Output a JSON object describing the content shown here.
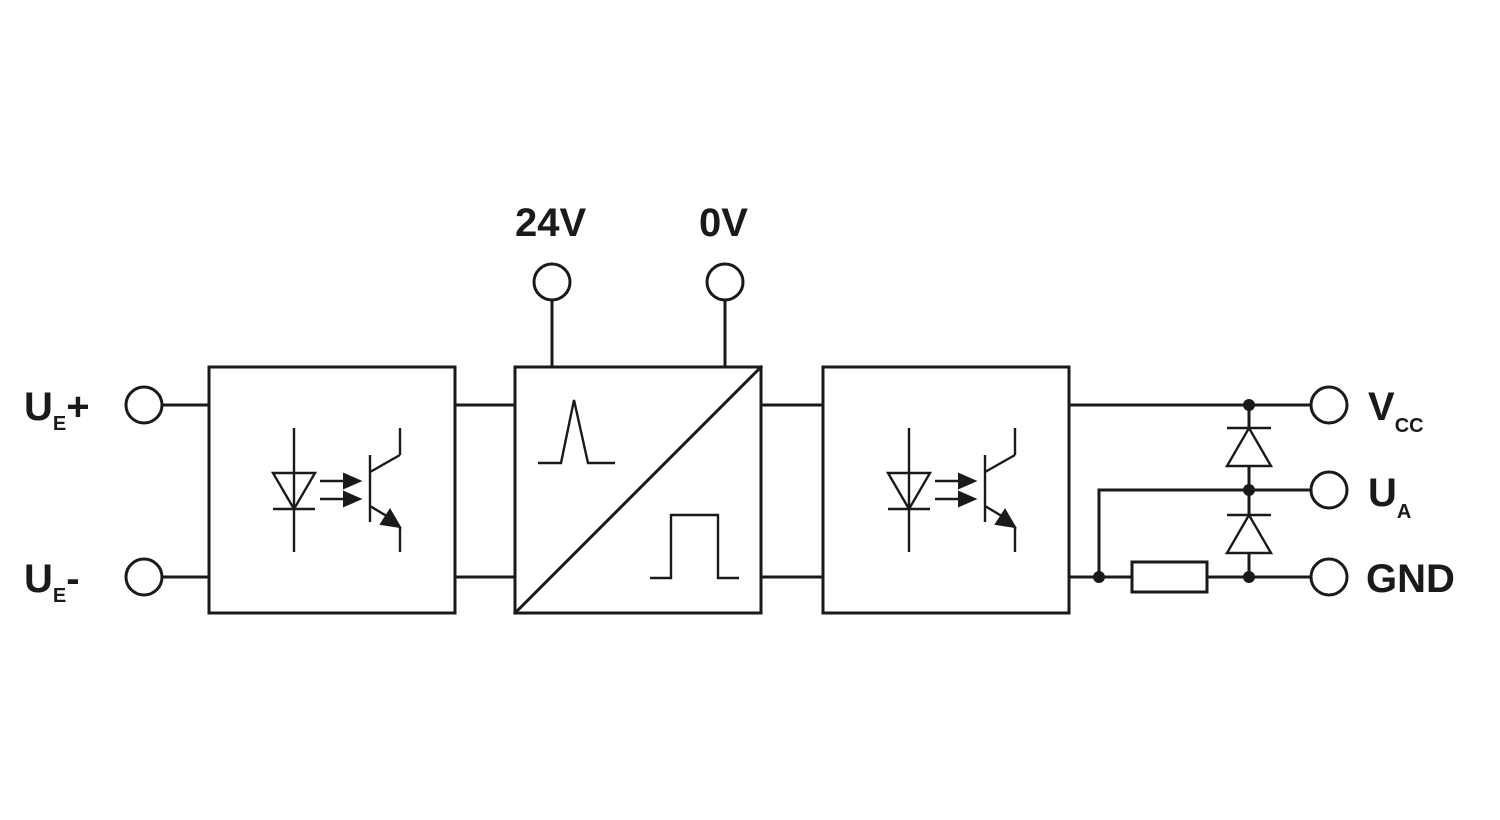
{
  "labels": {
    "ue_plus": {
      "main": "U",
      "sub": "E",
      "suffix": "+"
    },
    "ue_minus": {
      "main": "U",
      "sub": "E",
      "suffix": "-"
    },
    "v24": "24V",
    "v0": "0V",
    "vcc": {
      "main": "V",
      "sub": "CC"
    },
    "ua": {
      "main": "U",
      "sub": "A"
    },
    "gnd": "GND"
  },
  "blocks": [
    {
      "id": "optocoupler-input",
      "kind": "optocoupler"
    },
    {
      "id": "dc-dc-converter",
      "kind": "pulse-to-square"
    },
    {
      "id": "optocoupler-output",
      "kind": "optocoupler"
    }
  ],
  "colors": {
    "line": "#1a1a1a",
    "background": "#ffffff"
  }
}
